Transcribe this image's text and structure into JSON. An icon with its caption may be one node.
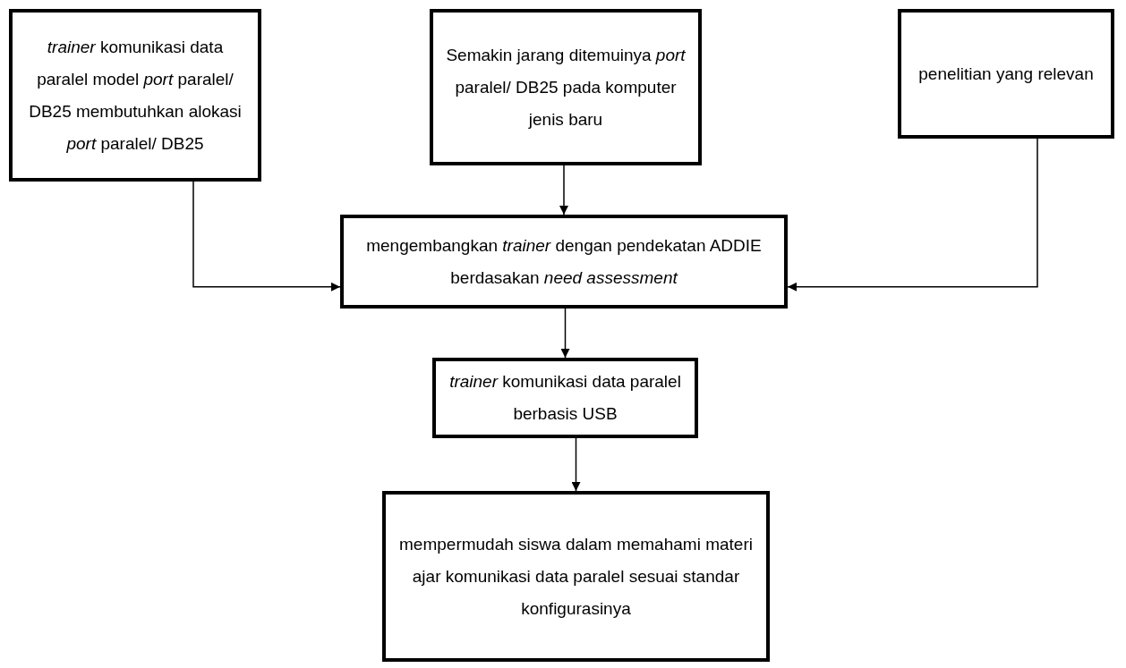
{
  "diagram": {
    "nodes": [
      {
        "text": [
          "*trainer* komunikasi data paralel model *port* paralel/ DB25 membutuhkan alokasi *port* paralel/ DB25"
        ]
      },
      {
        "text": [
          "Semakin jarang ditemuinya *port* paralel/ DB25 pada komputer jenis baru"
        ]
      },
      {
        "text": [
          "penelitian yang relevan"
        ]
      },
      {
        "text": [
          "mengembangkan *trainer* dengan pendekatan ADDIE berdasakan *need assessment*"
        ]
      },
      {
        "text": [
          "*trainer* komunikasi data paralel berbasis USB"
        ]
      },
      {
        "text": [
          "mempermudah siswa dalam memahami materi ajar komunikasi data paralel sesuai standar konfigurasinya"
        ]
      }
    ],
    "edges": [
      {
        "from": 0,
        "to": 3,
        "arrow": "to"
      },
      {
        "from": 1,
        "to": 3,
        "arrow": "to"
      },
      {
        "from": 2,
        "to": 3,
        "arrow": "to"
      },
      {
        "from": 3,
        "to": 4,
        "arrow": "to"
      },
      {
        "from": 4,
        "to": 5,
        "arrow": "to"
      }
    ]
  }
}
